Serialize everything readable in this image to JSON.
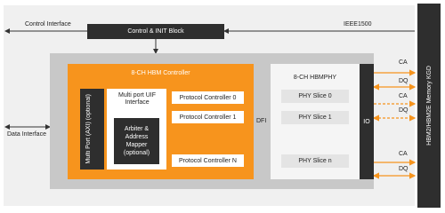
{
  "labels": {
    "control_interface": "Control Interface",
    "control_init_block": "Control & INIT Block",
    "ieee1500": "IEEE1500",
    "data_interface": "Data Interface",
    "hbm_controller_title": "8-CH HBM Controller",
    "hbmphy_title": "8-CH HBMPHY",
    "multi_port_axi": "Multi Port (AXI) (optional)",
    "multi_port_uif": "Multi port UIF Interface",
    "arbiter": "Arbiter & Address Mapper (optional)",
    "protocol_controllers": [
      "Protocol Controller 0",
      "Protocol Controller 1",
      "Protocol Controller N"
    ],
    "dfi": "DFI",
    "phy_slices": [
      "PHY Slice 0",
      "PHY Slice 1",
      "PHY Slice n"
    ],
    "io": "IO",
    "memory": "HBM2/HBM2E Memory KGD",
    "channel_signals": [
      "CA",
      "DQ",
      "CA",
      "DQ",
      "CA",
      "DQ"
    ]
  },
  "colors": {
    "outer_frame": "#f0f0f0",
    "subsystem": "#c8c8c8",
    "controller": "#f7941d",
    "dark_block": "#2e2e2e",
    "phy_block": "#f5f5f5",
    "phy_slice": "#e4e4e4",
    "signal_arrow": "#f7941d"
  }
}
